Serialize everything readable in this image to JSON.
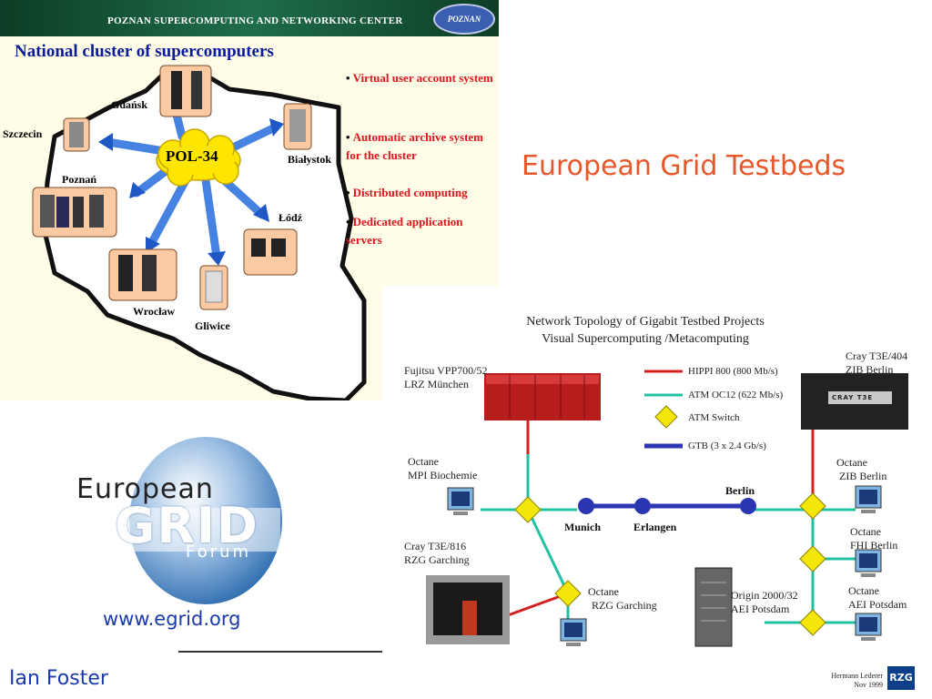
{
  "slide": {
    "title": "European Grid Testbeds",
    "author": "Ian Foster",
    "egrid": {
      "logo_word": "European",
      "logo_grid": "GRID",
      "logo_forum": "Forum",
      "url": "www.egrid.org"
    }
  },
  "poznan": {
    "banner": "POZNAN SUPERCOMPUTING AND NETWORKING CENTER",
    "logo": "POZNAN",
    "title": "National cluster of supercomputers",
    "hub": "POL-34",
    "cities": [
      "Gdańsk",
      "Szczecin",
      "Poznań",
      "Białystok",
      "Łódź",
      "Wrocław",
      "Gliwice"
    ],
    "bullets": [
      "Virtual user account system",
      "Automatic archive system for the cluster",
      "Distributed computing",
      "Dedicated application servers"
    ]
  },
  "topology": {
    "title_line1": "Network Topology of Gigabit Testbed Projects",
    "title_line2": "Visual Supercomputing /Metacomputing",
    "legend": [
      {
        "label": "HIPPI 800 (800 Mb/s)",
        "color": "#d42020",
        "kind": "line"
      },
      {
        "label": "ATM OC12 (622 Mb/s)",
        "color": "#20c0a0",
        "kind": "line"
      },
      {
        "label": "ATM Switch",
        "color": "#f5e60a",
        "kind": "diamond"
      },
      {
        "label": "GTB (3 x 2.4 Gb/s)",
        "color": "#2a36b0",
        "kind": "thick"
      }
    ],
    "sites": {
      "fujitsu_l1": "Fujitsu VPP700/52",
      "fujitsu_l2": "LRZ München",
      "octane_mpi_l1": "Octane",
      "octane_mpi_l2": "MPI Biochemie",
      "cray816_l1": "Cray T3E/816",
      "cray816_l2": "RZG Garching",
      "octane_rzg_l1": "Octane",
      "octane_rzg_l2": "RZG Garching",
      "munich": "Munich",
      "erlangen": "Erlangen",
      "berlin": "Berlin",
      "cray404_l1": "Cray T3E/404",
      "cray404_l2": "ZIB Berlin",
      "octane_zib_l1": "Octane",
      "octane_zib_l2": "ZIB Berlin",
      "octane_fhi_l1": "Octane",
      "octane_fhi_l2": "FHI Berlin",
      "octane_aei_l1": "Octane",
      "octane_aei_l2": "AEI Potsdam",
      "origin_l1": "Origin 2000/32",
      "origin_l2": "AEI Potsdam",
      "cray_logo": "CRAY T3E"
    },
    "credit_l1": "Hermann Lederer",
    "credit_l2": "Nov 1999",
    "rzg": "RZG"
  }
}
